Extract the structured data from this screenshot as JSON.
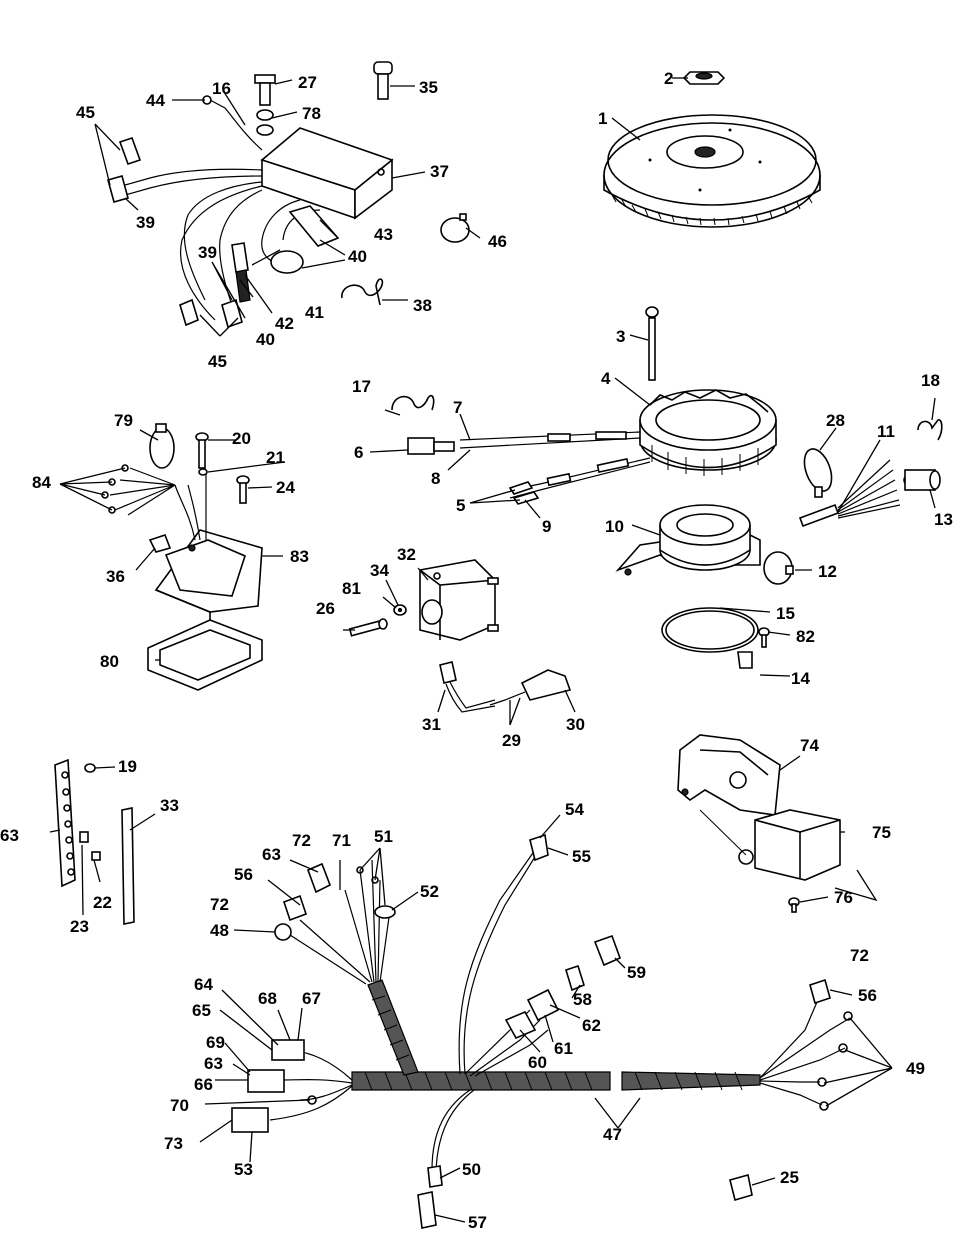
{
  "callouts": [
    {
      "key": "n1",
      "label": "1"
    },
    {
      "key": "n2",
      "label": "2"
    },
    {
      "key": "n3",
      "label": "3"
    },
    {
      "key": "n4",
      "label": "4"
    },
    {
      "key": "n5",
      "label": "5"
    },
    {
      "key": "n6",
      "label": "6"
    },
    {
      "key": "n7",
      "label": "7"
    },
    {
      "key": "n8",
      "label": "8"
    },
    {
      "key": "n9",
      "label": "9"
    },
    {
      "key": "n10",
      "label": "10"
    },
    {
      "key": "n11",
      "label": "11"
    },
    {
      "key": "n12",
      "label": "12"
    },
    {
      "key": "n13",
      "label": "13"
    },
    {
      "key": "n14",
      "label": "14"
    },
    {
      "key": "n15",
      "label": "15"
    },
    {
      "key": "n16",
      "label": "16"
    },
    {
      "key": "n17",
      "label": "17"
    },
    {
      "key": "n18",
      "label": "18"
    },
    {
      "key": "n19",
      "label": "19"
    },
    {
      "key": "n20",
      "label": "20"
    },
    {
      "key": "n21",
      "label": "21"
    },
    {
      "key": "n22",
      "label": "22"
    },
    {
      "key": "n23",
      "label": "23"
    },
    {
      "key": "n24",
      "label": "24"
    },
    {
      "key": "n25",
      "label": "25"
    },
    {
      "key": "n26",
      "label": "26"
    },
    {
      "key": "n27",
      "label": "27"
    },
    {
      "key": "n28",
      "label": "28"
    },
    {
      "key": "n29",
      "label": "29"
    },
    {
      "key": "n30",
      "label": "30"
    },
    {
      "key": "n31",
      "label": "31"
    },
    {
      "key": "n32",
      "label": "32"
    },
    {
      "key": "n33",
      "label": "33"
    },
    {
      "key": "n34",
      "label": "34"
    },
    {
      "key": "n35",
      "label": "35"
    },
    {
      "key": "n36",
      "label": "36"
    },
    {
      "key": "n37",
      "label": "37"
    },
    {
      "key": "n38",
      "label": "38"
    },
    {
      "key": "n39a",
      "label": "39"
    },
    {
      "key": "n39b",
      "label": "39"
    },
    {
      "key": "n40a",
      "label": "40"
    },
    {
      "key": "n40b",
      "label": "40"
    },
    {
      "key": "n41",
      "label": "41"
    },
    {
      "key": "n42",
      "label": "42"
    },
    {
      "key": "n43",
      "label": "43"
    },
    {
      "key": "n44",
      "label": "44"
    },
    {
      "key": "n45a",
      "label": "45"
    },
    {
      "key": "n45b",
      "label": "45"
    },
    {
      "key": "n46",
      "label": "46"
    },
    {
      "key": "n47",
      "label": "47"
    },
    {
      "key": "n48",
      "label": "48"
    },
    {
      "key": "n49",
      "label": "49"
    },
    {
      "key": "n50",
      "label": "50"
    },
    {
      "key": "n51",
      "label": "51"
    },
    {
      "key": "n52",
      "label": "52"
    },
    {
      "key": "n53",
      "label": "53"
    },
    {
      "key": "n54",
      "label": "54"
    },
    {
      "key": "n55",
      "label": "55"
    },
    {
      "key": "n56a",
      "label": "56"
    },
    {
      "key": "n56b",
      "label": "56"
    },
    {
      "key": "n57",
      "label": "57"
    },
    {
      "key": "n58",
      "label": "58"
    },
    {
      "key": "n59",
      "label": "59"
    },
    {
      "key": "n60",
      "label": "60"
    },
    {
      "key": "n61",
      "label": "61"
    },
    {
      "key": "n62",
      "label": "62"
    },
    {
      "key": "n63a",
      "label": "63"
    },
    {
      "key": "n63b",
      "label": "63"
    },
    {
      "key": "n63c",
      "label": "63"
    },
    {
      "key": "n64",
      "label": "64"
    },
    {
      "key": "n65",
      "label": "65"
    },
    {
      "key": "n66",
      "label": "66"
    },
    {
      "key": "n67",
      "label": "67"
    },
    {
      "key": "n68",
      "label": "68"
    },
    {
      "key": "n69",
      "label": "69"
    },
    {
      "key": "n70",
      "label": "70"
    },
    {
      "key": "n71",
      "label": "71"
    },
    {
      "key": "n72a",
      "label": "72"
    },
    {
      "key": "n72b",
      "label": "72"
    },
    {
      "key": "n72c",
      "label": "72"
    },
    {
      "key": "n73",
      "label": "73"
    },
    {
      "key": "n74",
      "label": "74"
    },
    {
      "key": "n75",
      "label": "75"
    },
    {
      "key": "n76",
      "label": "76"
    },
    {
      "key": "n78",
      "label": "78"
    },
    {
      "key": "n79",
      "label": "79"
    },
    {
      "key": "n80",
      "label": "80"
    },
    {
      "key": "n81",
      "label": "81"
    },
    {
      "key": "n82",
      "label": "82"
    },
    {
      "key": "n83",
      "label": "83"
    },
    {
      "key": "n84",
      "label": "84"
    }
  ],
  "colors": {
    "ink": "#000000",
    "background": "#ffffff"
  }
}
